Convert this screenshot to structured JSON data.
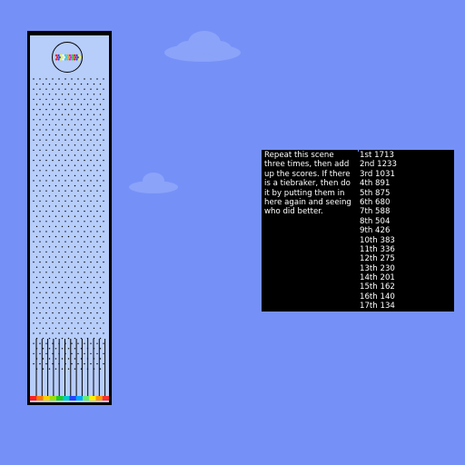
{
  "colors": {
    "sky": "#7591f7",
    "board": "#b7cdfa",
    "panel": "#000000",
    "text": "#ffffff",
    "ball_colors": [
      "#ff2020",
      "#ff9900",
      "#ffff00",
      "#22cc22",
      "#00dddd",
      "#2244ff",
      "#dd22dd",
      "#ffffff"
    ]
  },
  "icons": {
    "hopper": "hopper-circle-icon",
    "peg": "peg-dot-icon",
    "cloud": "cloud-icon"
  },
  "instructions": "Repeat this scene three times, then add up the scores. If there is a tiebraker, then do it by putting them in here again and seeing who did better.",
  "scores": [
    {
      "rank": "1st",
      "score": "1713"
    },
    {
      "rank": "2nd",
      "score": "1233"
    },
    {
      "rank": "3rd",
      "score": "1031"
    },
    {
      "rank": "4th",
      "score": "891"
    },
    {
      "rank": "5th",
      "score": "875"
    },
    {
      "rank": "6th",
      "score": "680"
    },
    {
      "rank": "7th",
      "score": "588"
    },
    {
      "rank": "8th",
      "score": "504"
    },
    {
      "rank": "9th",
      "score": "426"
    },
    {
      "rank": "10th",
      "score": "383"
    },
    {
      "rank": "11th",
      "score": "336"
    },
    {
      "rank": "12th",
      "score": "275"
    },
    {
      "rank": "13th",
      "score": "230"
    },
    {
      "rank": "14th",
      "score": "201"
    },
    {
      "rank": "15th",
      "score": "162"
    },
    {
      "rank": "16th",
      "score": "140"
    },
    {
      "rank": "17th",
      "score": "134"
    }
  ]
}
